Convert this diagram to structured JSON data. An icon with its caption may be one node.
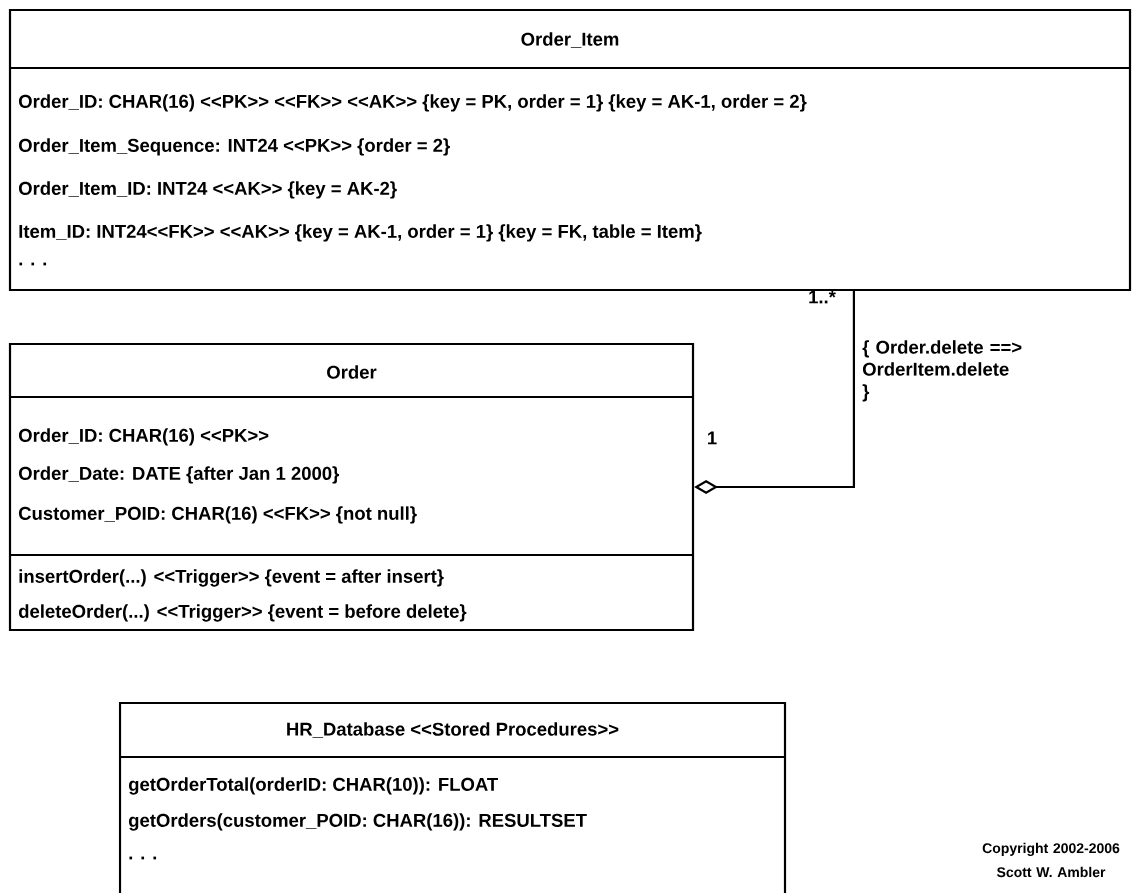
{
  "diagram": {
    "nodes": [
      {
        "text": [
          "Order_Item",
          "Order_ID: CHAR(16) <<PK>> <<FK>> <<AK>> {key = PK, order = 1} {key = AK-1, order = 2}",
          "Order_Item_Sequence: INT24 <<PK>> {order = 2}",
          "Order_Item_ID: INT24 <<AK>> {key = AK-2}",
          "Item_ID: INT24<<FK>> <<AK>> {key = AK-1, order = 1} {key = FK, table = Item}",
          ". . ."
        ]
      },
      {
        "text": [
          "Order",
          "Order_ID: CHAR(16) <<PK>>",
          "Order_Date: DATE {after Jan 1 2000}",
          "Customer_POID: CHAR(16) <<FK>> {not null}",
          "insertOrder(...) <<Trigger>> {event = after insert}",
          "deleteOrder(...) <<Trigger>> {event = before delete}"
        ]
      },
      {
        "text": [
          "HR_Database   <<Stored Procedures>>",
          "getOrderTotal(orderID: CHAR(10)): FLOAT",
          "getOrders(customer_POID: CHAR(16)): RESULTSET",
          ". . ."
        ]
      }
    ],
    "edges": [
      {
        "from": 1,
        "to": 0,
        "arrow": "other",
        "label": "{ Order.delete ==> OrderItem.delete }"
      }
    ],
    "labels": [
      "1..*",
      "1",
      "Copyright 2002-2006 Scott W. Ambler"
    ]
  }
}
